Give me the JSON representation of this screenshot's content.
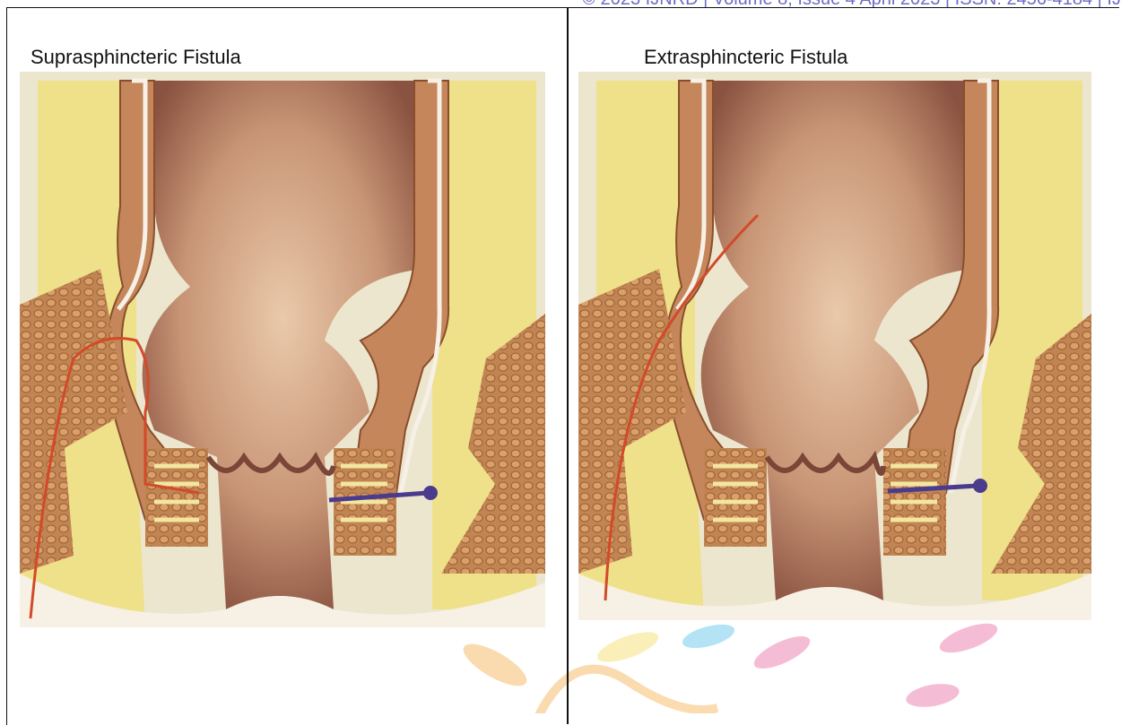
{
  "header": {
    "text": "© 2023 IJNRD | Volume 8, Issue 4 April 2023 | ISSN: 2456-4184 | IJ"
  },
  "figures": [
    {
      "caption": "Suprasphincteric Fistula",
      "fistula_type": "suprasphincteric"
    },
    {
      "caption": "Extrasphincteric Fistula",
      "fistula_type": "extrasphincteric"
    }
  ],
  "colors": {
    "header": "#6d6dc8",
    "fat_yellow": "#efe08a",
    "muscle": "#b8794d",
    "lumen": "#9e6e5a",
    "lumen_light": "#e3c2a3",
    "fistula_tract": "#d24a2a",
    "seton": "#4b3b8c"
  }
}
